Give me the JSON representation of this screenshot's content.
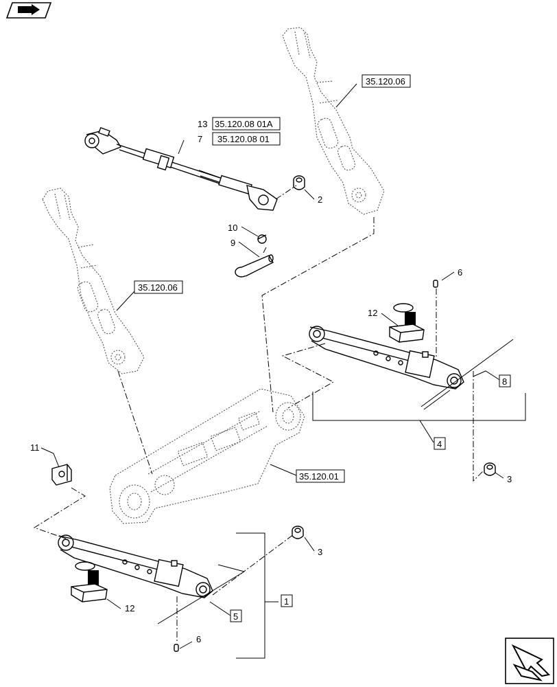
{
  "callouts": {
    "c13": "13",
    "c7": "7",
    "c2": "2",
    "c10": "10",
    "c9": "9",
    "c6_top": "6",
    "c12_top": "12",
    "c8": "8",
    "c4": "4",
    "c11": "11",
    "c3_right": "3",
    "c3_mid": "3",
    "c1": "1",
    "c5": "5",
    "c12_bottom": "12",
    "c6_bottom": "6"
  },
  "refs": {
    "r_top_right": "35.120.06",
    "r_13": "35.120.08 01A",
    "r_7": "35.120.08 01",
    "r_left": "35.120.06",
    "r_frame": "35.120.01"
  },
  "icons": {
    "top_left": "book-arrow-icon",
    "bottom_right": "next-page-arrow-icon"
  }
}
